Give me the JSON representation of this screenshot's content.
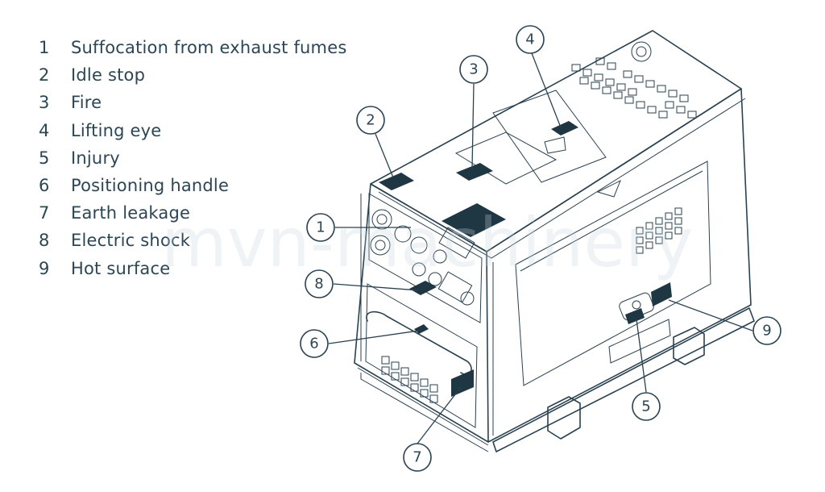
{
  "legend": [
    {
      "num": "1",
      "label": "Suffocation from exhaust fumes"
    },
    {
      "num": "2",
      "label": "Idle stop"
    },
    {
      "num": "3",
      "label": "Fire"
    },
    {
      "num": "4",
      "label": "Lifting eye"
    },
    {
      "num": "5",
      "label": "Injury"
    },
    {
      "num": "6",
      "label": "Positioning handle"
    },
    {
      "num": "7",
      "label": "Earth leakage"
    },
    {
      "num": "8",
      "label": "Electric shock"
    },
    {
      "num": "9",
      "label": "Hot surface"
    }
  ],
  "callouts": [
    "1",
    "2",
    "3",
    "4",
    "5",
    "6",
    "7",
    "8",
    "9"
  ],
  "watermark": "mvn-machinery",
  "colors": {
    "line": "#2a4250",
    "text": "#2c4654",
    "decal": "#1f3742"
  }
}
